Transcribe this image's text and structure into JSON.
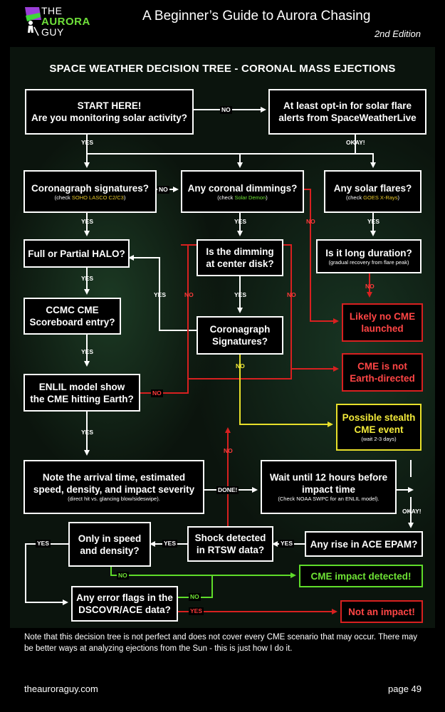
{
  "header": {
    "logo_the": "THE",
    "logo_aurora": "AURORA",
    "logo_guy": "GUY",
    "title": "A Beginner’s Guide to Aurora Chasing",
    "edition": "2nd Edition"
  },
  "diagram": {
    "title": "SPACE WEATHER DECISION TREE - CORONAL MASS EJECTIONS",
    "nodes": {
      "start": {
        "line1": "START HERE!",
        "line2": "Are you monitoring solar activity?"
      },
      "optin": {
        "line1": "At least opt-in for solar flare",
        "line2": "alerts from SpaceWeatherLive"
      },
      "coronagraph": {
        "text": "Coronagraph signatures?",
        "sub_prefix": "(check ",
        "sub_link": "SOHO LASCO C2/C3",
        "sub_suffix": ")"
      },
      "dimmings": {
        "text": "Any coronal dimmings?",
        "sub_prefix": "(check ",
        "sub_link": "Solar Demon",
        "sub_suffix": ")"
      },
      "flares": {
        "text": "Any solar flares?",
        "sub_prefix": "(check ",
        "sub_link": "GOES X-Rays",
        "sub_suffix": ")"
      },
      "halo": {
        "text": "Full or Partial HALO?"
      },
      "center": {
        "line1": "Is the dimming",
        "line2": "at center disk?"
      },
      "long": {
        "text": "Is it long duration?",
        "sub": "(gradual recovery from flare peak)"
      },
      "ccmc": {
        "line1": "CCMC CME",
        "line2": "Scoreboard entry?"
      },
      "coro2": {
        "line1": "Coronagraph",
        "line2": "Signatures?"
      },
      "nocme": {
        "line1": "Likely no CME",
        "line2": "launched"
      },
      "notearth": {
        "line1": "CME is not",
        "line2": "Earth-directed"
      },
      "enlil": {
        "line1": "ENLIL model show",
        "line2": "the CME hitting Earth?"
      },
      "stealth": {
        "line1": "Possible stealth",
        "line2": "CME event",
        "sub": "(wait 2-3 days)"
      },
      "note": {
        "line1": "Note the arrival time, estimated",
        "line2": "speed, density, and impact severity",
        "sub": "(direct hit vs. glancing blow/sideswipe)."
      },
      "wait": {
        "line1": "Wait until 12 hours before",
        "line2": "impact time",
        "sub": "(Check NOAA SWPC for an ENLIL model)."
      },
      "speed": {
        "line1": "Only in speed",
        "line2": "and density?"
      },
      "shock": {
        "line1": "Shock detected",
        "line2": "in RTSW data?"
      },
      "epam": {
        "text": "Any rise in ACE EPAM?"
      },
      "detected": {
        "text": "CME impact detected!"
      },
      "flags": {
        "line1": "Any error flags in the",
        "line2": "DSCOVR/ACE data?"
      },
      "notimpact": {
        "text": "Not an impact!"
      }
    },
    "labels": {
      "no": "NO",
      "yes": "YES",
      "okay": "OKAY!",
      "done": "DONE!"
    }
  },
  "note": "Note that this decision tree is not perfect and does not cover every CME scenario that may occur. There may be better ways at analyzing ejections from the Sun - this is just how I do it.",
  "footer": {
    "site": "theauroraguy.com",
    "page": "page 49"
  },
  "colors": {
    "red": "#d82020",
    "green": "#5fdc2a",
    "yellow": "#e8e02a",
    "white": "#ffffff"
  }
}
